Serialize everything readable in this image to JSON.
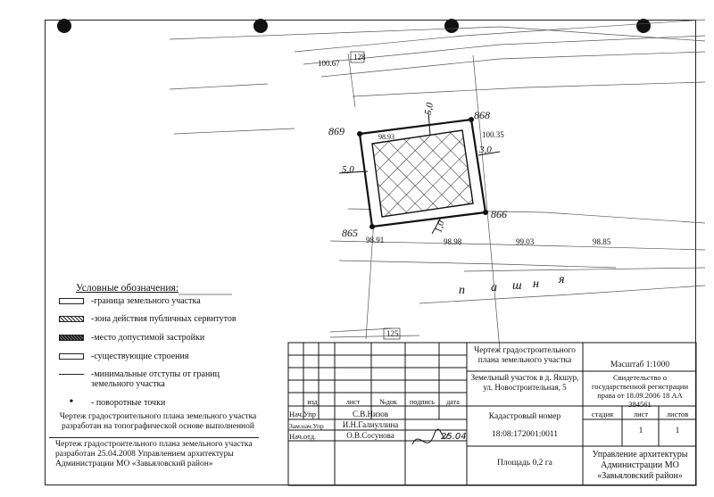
{
  "map": {
    "points": {
      "p869": "869",
      "p868": "868",
      "p866": "866",
      "p865": "865"
    },
    "setbacks": {
      "top": "5,0",
      "right": "3,0",
      "left": "5,0",
      "bottom": "1,0"
    },
    "elevations": {
      "e1": "100.67",
      "e2": "100.35",
      "e3": "98.93",
      "e4": "98.91",
      "e5": "98.98",
      "e6": "99.03",
      "e7": "98.85"
    },
    "street_letters": [
      "п",
      "а",
      "ш",
      "н",
      "я"
    ],
    "small_labels": {
      "l1": "128",
      "l2": "125"
    }
  },
  "legend": {
    "title": "Условные обозначения:",
    "items": [
      {
        "text": "-граница земельного участка"
      },
      {
        "text": "-зона действия публичных сервитутов"
      },
      {
        "text": "-место допустимой застройки"
      },
      {
        "text": "-существующие строения"
      },
      {
        "text": "-минимальные отступы от границ земельного участка"
      },
      {
        "text": "- поворотные точки"
      }
    ]
  },
  "notes": {
    "left1": "Чертеж градостроительного плана земельного участка разработан на топографической основе выполненной",
    "left2": "Чертеж градостроительного плана земельного участка разработан 25.04.2008 Управлением архитектуры Администрации МО «Завьяловский район»"
  },
  "stamp": {
    "title": "Чертеж градостроительного плана земельного участка",
    "scale": "Масштаб 1:1000",
    "plot": "Земельный участок в д. Якшур, ул. Новостроительная, 5",
    "certificate": "Свидетельство о государственной регистрации права от 18.09.2006 18 АА 384561",
    "headers": {
      "izd": "изд",
      "list": "лист",
      "doc": "№док",
      "sign": "подпись",
      "date": "дата"
    },
    "roles": [
      {
        "role": "Нач.Упр",
        "name": "С.В.Низов"
      },
      {
        "role": "Зам.нач.Упр",
        "name": "И.Н.Галиуллина"
      },
      {
        "role": "Нач.отд.",
        "name": "О.В.Сосунова"
      }
    ],
    "cadastral_label": "Кадастровый номер",
    "cadastral_number": "18:08:172001:0011",
    "stage_headers": {
      "stage": "стадия",
      "sheet": "лист",
      "sheets": "листов"
    },
    "stage_values": {
      "stage": "",
      "sheet": "1",
      "sheets": "1"
    },
    "area": "Площадь 0,2 га",
    "org": "Управление архитектуры Администрации МО «Завьяловский район»",
    "signature_date": "25.04"
  }
}
